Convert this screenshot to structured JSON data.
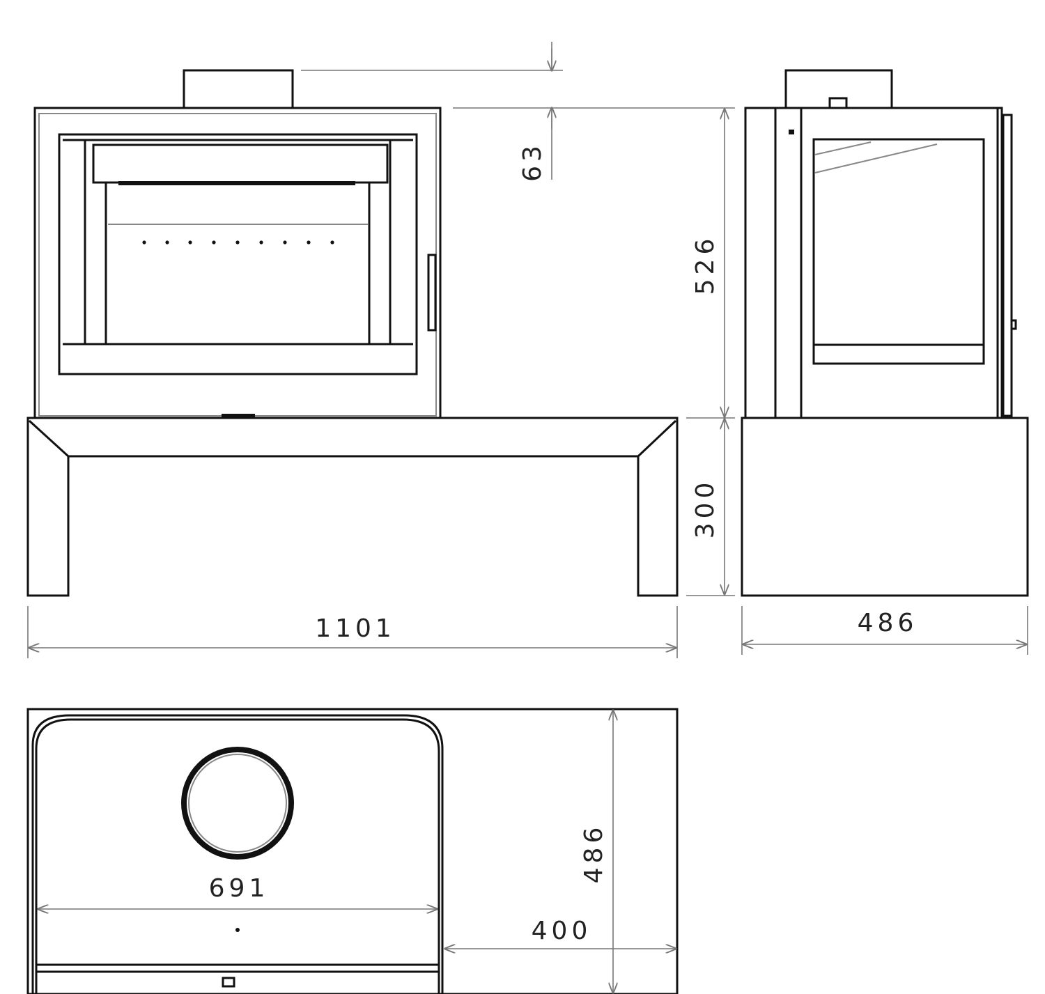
{
  "dimensions": {
    "flue_height": "63",
    "stove_height": "526",
    "bench_height": "300",
    "bench_width": "1101",
    "depth_side": "486",
    "stove_width": "691",
    "top_depth": "486",
    "bench_extension": "400"
  },
  "colors": {
    "line": "#111111",
    "dimension": "#777777"
  }
}
